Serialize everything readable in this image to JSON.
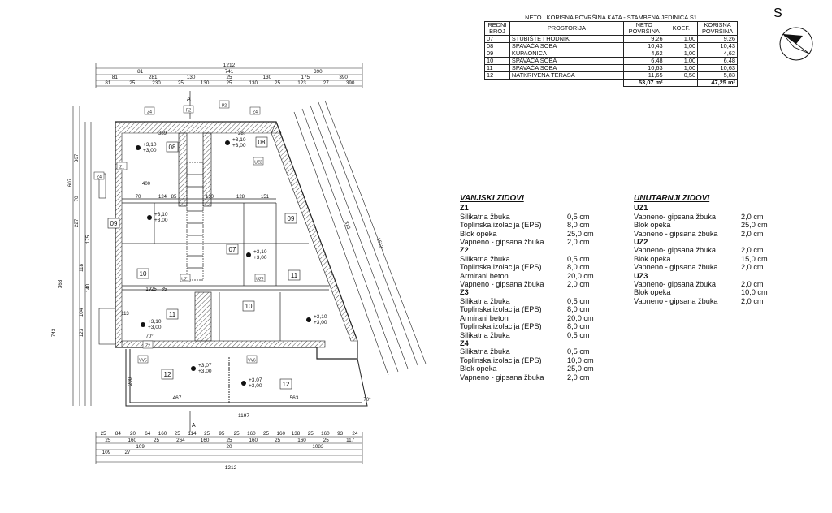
{
  "table": {
    "title": "NETO I KORISNA POVRŠINA KATA - STAMBENA JEDINICA S1",
    "headers": {
      "redni_broj": [
        "REDNI",
        "BROJ"
      ],
      "prostorija": "PROSTORIJA",
      "neto": [
        "NETO",
        "POVRŠINA"
      ],
      "koef": "KOEF.",
      "korisna": [
        "KORISNA",
        "POVRŠINA"
      ]
    },
    "rows": [
      {
        "no": "07",
        "room": "STUBIŠTE I HODNIK",
        "neto": "9,26",
        "koef": "1,00",
        "korisna": "9,26"
      },
      {
        "no": "08",
        "room": "SPAVAĆA SOBA",
        "neto": "10,43",
        "koef": "1,00",
        "korisna": "10,43"
      },
      {
        "no": "09",
        "room": "KUPAONICA",
        "neto": "4,62",
        "koef": "1,00",
        "korisna": "4,62"
      },
      {
        "no": "10",
        "room": "SPAVAĆA SOBA",
        "neto": "6,48",
        "koef": "1,00",
        "korisna": "6,48"
      },
      {
        "no": "11",
        "room": "SPAVAĆA SOBA",
        "neto": "10,63",
        "koef": "1,00",
        "korisna": "10,63"
      },
      {
        "no": "12",
        "room": "NATKRIVENA TERASA",
        "neto": "11,65",
        "koef": "0,50",
        "korisna": "5,83"
      }
    ],
    "total_neto": "53,07 m²",
    "total_korisna": "47,25 m²"
  },
  "compass": {
    "label": "S"
  },
  "vanjski": {
    "title": "VANJSKI ZIDOVI",
    "groups": [
      {
        "name": "Z1",
        "layers": [
          {
            "m": "Silikatna žbuka",
            "t": "0,5 cm"
          },
          {
            "m": "Toplinska izolacija (EPS)",
            "t": "8,0 cm"
          },
          {
            "m": "Blok opeka",
            "t": "25,0 cm"
          },
          {
            "m": "Vapneno - gipsana žbuka",
            "t": "2,0 cm"
          }
        ]
      },
      {
        "name": "Z2",
        "layers": [
          {
            "m": "Silikatna žbuka",
            "t": "0,5 cm"
          },
          {
            "m": "Toplinska izolacija (EPS)",
            "t": "8,0 cm"
          },
          {
            "m": "Armirani beton",
            "t": "20,0 cm"
          },
          {
            "m": "Vapneno - gipsana žbuka",
            "t": "2,0 cm"
          }
        ]
      },
      {
        "name": "Z3",
        "layers": [
          {
            "m": "Silikatna žbuka",
            "t": "0,5 cm"
          },
          {
            "m": "Toplinska izolacija (EPS)",
            "t": "8,0 cm"
          },
          {
            "m": "Armirani beton",
            "t": "20,0 cm"
          },
          {
            "m": "Toplinska izolacija (EPS)",
            "t": "8,0 cm"
          },
          {
            "m": "Silikatna žbuka",
            "t": "0,5 cm"
          }
        ]
      },
      {
        "name": "Z4",
        "layers": [
          {
            "m": "Silikatna žbuka",
            "t": "0,5 cm"
          },
          {
            "m": "Toplinska izolacija (EPS)",
            "t": "10,0 cm"
          },
          {
            "m": "Blok opeka",
            "t": "25,0 cm"
          },
          {
            "m": "Vapneno - gipsana žbuka",
            "t": "2,0 cm"
          }
        ]
      }
    ]
  },
  "unutarnji": {
    "title": "UNUTARNJI ZIDOVI",
    "groups": [
      {
        "name": "UZ1",
        "layers": [
          {
            "m": "Vapneno- gipsana žbuka",
            "t": "2,0 cm"
          },
          {
            "m": "Blok opeka",
            "t": "25,0 cm"
          },
          {
            "m": "Vapneno - gipsana žbuka",
            "t": "2,0 cm"
          }
        ]
      },
      {
        "name": "UZ2",
        "layers": [
          {
            "m": "Vapneno- gipsana žbuka",
            "t": "2,0 cm"
          },
          {
            "m": "Blok opeka",
            "t": "15,0 cm"
          },
          {
            "m": "Vapneno - gipsana žbuka",
            "t": "2,0 cm"
          }
        ]
      },
      {
        "name": "UZ3",
        "layers": [
          {
            "m": "Vapneno- gipsana žbuka",
            "t": "2,0 cm"
          },
          {
            "m": "Blok opeka",
            "t": "10,0 cm"
          },
          {
            "m": "Vapneno - gipsana žbuka",
            "t": "2,0 cm"
          }
        ]
      }
    ]
  },
  "plan": {
    "top_dims": {
      "total": "1212",
      "row1": [
        "81",
        "741",
        "390"
      ],
      "row2": [
        "81",
        "281",
        "130",
        "25",
        "130",
        "175",
        "390"
      ],
      "row3": [
        "81",
        "25",
        "230",
        "25",
        "130",
        "25",
        "130",
        "25",
        "123",
        "27",
        "390"
      ]
    },
    "bottom_dims": {
      "row1": [
        "25",
        "84",
        "20",
        "64",
        "160",
        "25",
        "114",
        "25",
        "95",
        "25",
        "160",
        "25",
        "160",
        "138",
        "25",
        "160",
        "93",
        "24"
      ],
      "row2": [
        "25",
        "160",
        "25",
        "264",
        "160",
        "25",
        "160",
        "25",
        "160",
        "25",
        "117"
      ],
      "row3": [
        "109",
        "20",
        "1083"
      ],
      "row4": [
        "109",
        "27"
      ],
      "total": "1212",
      "inner": "1197",
      "terrace_left": "467",
      "terrace_right": "563"
    },
    "left_dims": [
      "607",
      "367",
      "70",
      "743",
      "363",
      "227",
      "123",
      "104",
      "118",
      "140",
      "175"
    ],
    "section_marks": {
      "top": "A",
      "bottom": "A"
    },
    "rooms": [
      {
        "no": "08",
        "id": "room-08-left"
      },
      {
        "no": "08",
        "id": "room-08-right"
      },
      {
        "no": "09",
        "id": "room-09-left"
      },
      {
        "no": "09",
        "id": "room-09-right"
      },
      {
        "no": "07",
        "id": "room-07"
      },
      {
        "no": "10",
        "id": "room-10-left"
      },
      {
        "no": "11",
        "id": "room-11-right"
      },
      {
        "no": "11",
        "id": "room-11-mid"
      },
      {
        "no": "10",
        "id": "room-10-mid"
      },
      {
        "no": "12",
        "id": "room-12-left"
      },
      {
        "no": "12",
        "id": "room-12-right"
      }
    ],
    "levels": {
      "a": "+3,10",
      "b": "+3,00",
      "c": "+3,07"
    },
    "wall_tags": [
      "Z4",
      "Z4",
      "Z4",
      "Z1",
      "Z2",
      "UZ1",
      "UZ2",
      "UZ3",
      "VV5",
      "VV6",
      "PZ",
      "P2"
    ],
    "inner_dims": [
      "389",
      "287",
      "70",
      "124",
      "85",
      "128",
      "130",
      "1925",
      "85",
      "113",
      "200",
      "313",
      "1613",
      "70°",
      "70°",
      "400",
      "151"
    ]
  }
}
